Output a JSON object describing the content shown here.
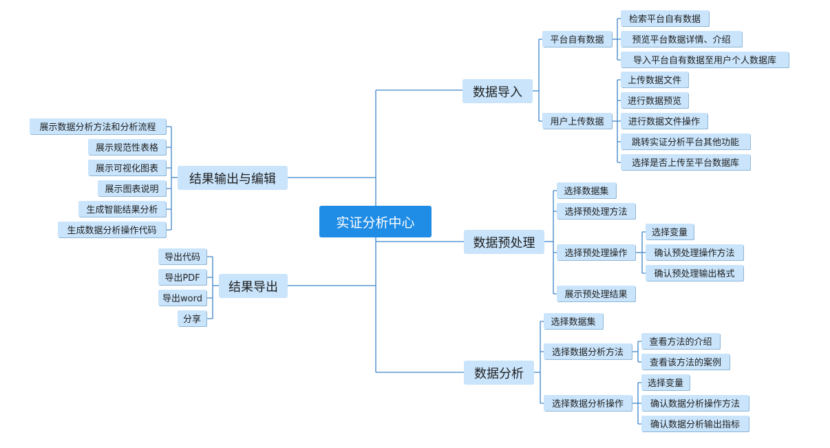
{
  "colors": {
    "root_bg": "#1f8ce6",
    "node_bg": "#c9e4fb",
    "line": "#3c83c8"
  },
  "root": {
    "label": "实证分析中心"
  },
  "branches": {
    "import": {
      "label": "数据导入",
      "children": {
        "platform": {
          "label": "平台自有数据",
          "items": [
            "检索平台自有数据",
            "预览平台数据详情、介绍",
            "导入平台自有数据至用户个人数据库"
          ]
        },
        "upload": {
          "label": "用户上传数据",
          "items": [
            "上传数据文件",
            "进行数据预览",
            "进行数据文件操作",
            "跳转实证分析平台其他功能",
            "选择是否上传至平台数据库"
          ]
        }
      }
    },
    "preprocess": {
      "label": "数据预处理",
      "children": {
        "dataset": {
          "label": "选择数据集"
        },
        "method": {
          "label": "选择预处理方法"
        },
        "operation": {
          "label": "选择预处理操作",
          "items": [
            "选择变量",
            "确认预处理操作方法",
            "确认预处理输出格式"
          ]
        },
        "result": {
          "label": "展示预处理结果"
        }
      }
    },
    "analysis": {
      "label": "数据分析",
      "children": {
        "dataset": {
          "label": "选择数据集"
        },
        "method": {
          "label": "选择数据分析方法",
          "items": [
            "查看方法的介绍",
            "查看该方法的案例"
          ]
        },
        "operation": {
          "label": "选择数据分析操作",
          "items": [
            "选择变量",
            "确认数据分析操作方法",
            "确认数据分析输出指标"
          ]
        }
      }
    },
    "output": {
      "label": "结果输出与编辑",
      "items": [
        "展示数据分析方法和分析流程",
        "展示规范性表格",
        "展示可视化图表",
        "展示图表说明",
        "生成智能结果分析",
        "生成数据分析操作代码"
      ]
    },
    "export": {
      "label": "结果导出",
      "items": [
        "导出代码",
        "导出PDF",
        "导出word",
        "分享"
      ]
    }
  }
}
